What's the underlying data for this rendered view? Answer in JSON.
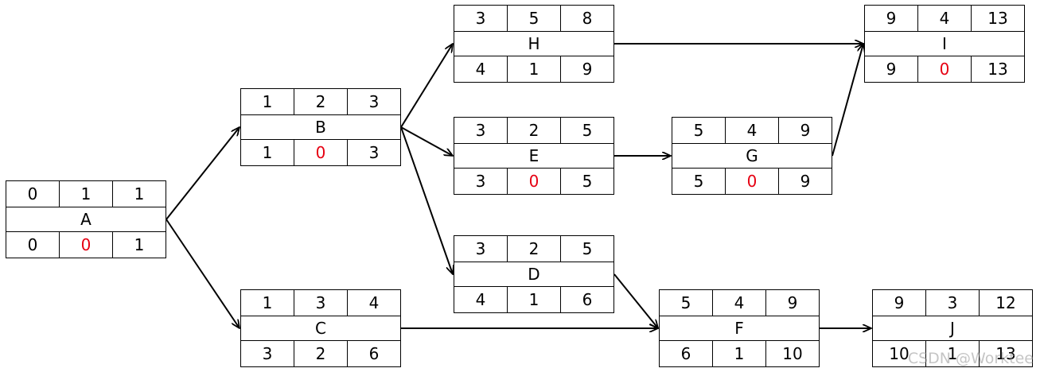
{
  "nodes": {
    "A": {
      "label": "A",
      "es": "0",
      "dur": "1",
      "ef": "1",
      "ls": "0",
      "slack": "0",
      "lf": "1"
    },
    "B": {
      "label": "B",
      "es": "1",
      "dur": "2",
      "ef": "3",
      "ls": "1",
      "slack": "0",
      "lf": "3"
    },
    "C": {
      "label": "C",
      "es": "1",
      "dur": "3",
      "ef": "4",
      "ls": "3",
      "slack": "2",
      "lf": "6"
    },
    "H": {
      "label": "H",
      "es": "3",
      "dur": "5",
      "ef": "8",
      "ls": "4",
      "slack": "1",
      "lf": "9"
    },
    "E": {
      "label": "E",
      "es": "3",
      "dur": "2",
      "ef": "5",
      "ls": "3",
      "slack": "0",
      "lf": "5"
    },
    "D": {
      "label": "D",
      "es": "3",
      "dur": "2",
      "ef": "5",
      "ls": "4",
      "slack": "1",
      "lf": "6"
    },
    "G": {
      "label": "G",
      "es": "5",
      "dur": "4",
      "ef": "9",
      "ls": "5",
      "slack": "0",
      "lf": "9"
    },
    "F": {
      "label": "F",
      "es": "5",
      "dur": "4",
      "ef": "9",
      "ls": "6",
      "slack": "1",
      "lf": "10"
    },
    "I": {
      "label": "I",
      "es": "9",
      "dur": "4",
      "ef": "13",
      "ls": "9",
      "slack": "0",
      "lf": "13"
    },
    "J": {
      "label": "J",
      "es": "9",
      "dur": "3",
      "ef": "12",
      "ls": "10",
      "slack": "1",
      "lf": "13"
    }
  },
  "edges": [
    [
      "A",
      "B"
    ],
    [
      "A",
      "C"
    ],
    [
      "B",
      "H"
    ],
    [
      "B",
      "E"
    ],
    [
      "B",
      "D"
    ],
    [
      "H",
      "I"
    ],
    [
      "E",
      "G"
    ],
    [
      "G",
      "I"
    ],
    [
      "D",
      "F"
    ],
    [
      "C",
      "F"
    ],
    [
      "F",
      "J"
    ]
  ],
  "critical_slack_color": "#e60012",
  "watermark": "CSDN @Worktee"
}
